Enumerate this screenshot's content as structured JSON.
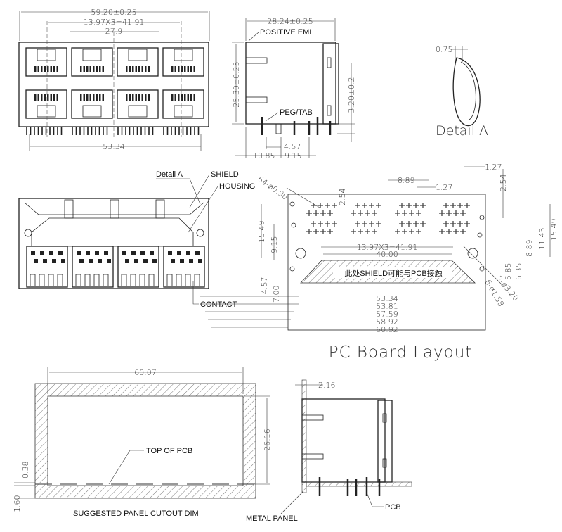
{
  "front_view": {
    "dims": [
      "59.20±0.25",
      "13.97X3=41.91",
      "27.9",
      "53.34"
    ]
  },
  "side_view": {
    "dims": [
      "28.24±0.25",
      "25.30±0.25",
      "3.20±0.2",
      "4.57",
      "10.85",
      "9.15"
    ],
    "labels": {
      "positive_emi": "POSITIVE EMI",
      "peg_tab": "PEG/TAB"
    }
  },
  "detail_a": {
    "dim": "0.75",
    "title": "Detail A"
  },
  "section_view": {
    "labels": {
      "detail_a": "Detail A",
      "shield": "SHIELD",
      "housing": "HOUSING",
      "contact": "CONTACT"
    }
  },
  "pcb_layout": {
    "title": "PC Board Layout",
    "note": "此处SHIELD可能与PCB接触",
    "dims": {
      "holes_small": "64-ø0.90",
      "pitch_2_54_top": "2.54",
      "pitch_8_89": "8.89",
      "pitch_1_27_mid": "1.27",
      "pitch_1_27_top": "1.27",
      "pitch_2_54_right": "2.54",
      "h_15_49_left": "15.49",
      "h_9_15": "9.15",
      "h_4_57": "4.57",
      "h_7_00": "7.00",
      "h_8_89": "8.89",
      "h_11_43": "11.43",
      "h_15_49_right": "15.49",
      "h_5_85": "5.85",
      "h_6_35": "6.35",
      "holes_3_20": "2-ø3.20",
      "holes_1_58": "6-ø1.58",
      "w_41_91": "13.97X3=41.91",
      "w_40_00": "40.00",
      "w_53_34": "53.34",
      "w_53_81": "53.81",
      "w_57_59": "57.59",
      "w_58_92": "58.92",
      "w_60_92": "60.92"
    }
  },
  "panel_cutout": {
    "dims": {
      "width": "60.07",
      "height": "26.16",
      "d_0_38": "0.38",
      "d_1_60": "1.60"
    },
    "labels": {
      "top_of_pcb": "TOP OF PCB",
      "caption": "SUGGESTED PANEL CUTOUT DIM"
    }
  },
  "mount_view": {
    "dims": {
      "d_2_16": "2.16"
    },
    "labels": {
      "metal_panel": "METAL PANEL",
      "pcb": "PCB"
    }
  }
}
